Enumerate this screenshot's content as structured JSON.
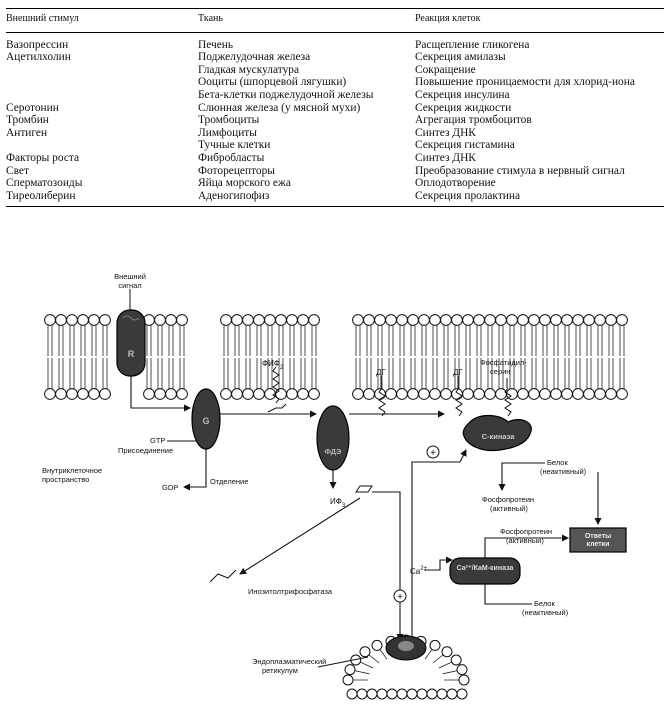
{
  "table": {
    "headers": [
      "Внешний стимул",
      "Ткань",
      "Реакция клеток"
    ],
    "rows": [
      [
        "Вазопрессин",
        "Печень",
        "Расщепление гликогена"
      ],
      [
        "Ацетилхолин",
        "Поджелудочная железа",
        "Секреция амилазы"
      ],
      [
        "",
        "Гладкая мускулатура",
        "Сокращение"
      ],
      [
        "",
        "Ооциты (шпорцевой лягушки)",
        "Повышение проницаемости для хлорид-иона"
      ],
      [
        "",
        "Бета-клетки поджелудочной железы",
        "Секреция инсулина"
      ],
      [
        "Серотонин",
        "Слюнная железа (у мясной мухи)",
        "Секреция жидкости"
      ],
      [
        "Тромбин",
        "Тромбоциты",
        "Агрегация тромбоцитов"
      ],
      [
        "Антиген",
        "Лимфоциты",
        "Синтез ДНК"
      ],
      [
        "",
        "Тучные клетки",
        "Секреция гистамина"
      ],
      [
        "Факторы роста",
        "Фибробласты",
        "Синтез ДНК"
      ],
      [
        "Свет",
        "Фоторецепторы",
        "Преобразование стимула в нервный сигнал"
      ],
      [
        "Сперматозоиды",
        "Яйца морского ежа",
        "Оплодотворение"
      ],
      [
        "Тиреолиберин",
        "Аденогипофиз",
        "Секреция пролактина"
      ]
    ]
  },
  "diagram": {
    "external_signal": "Внешний сигнал",
    "receptor_letter": "R",
    "g_protein_letter": "G",
    "pde_letter": "ФДЭ",
    "pip2": "ФИФ",
    "pip2_sub": "2",
    "dg_1": "ДГ",
    "dg_2": "ДГ",
    "phosphatidylserine": "Фосфатидил-серин",
    "gtp": "GTP",
    "binding": "Присоединение",
    "intracellular_space": "Внутриклеточное пространство",
    "gdp": "GDP",
    "release": "Отделение",
    "ckinase": "С-киназа",
    "protein_inactive_1": "Белок (неактивный)",
    "phosphoprotein_active_1": "Фосфопротеин (активный)",
    "ip3": "ИФ",
    "ip3_sub": "3",
    "responses": "Ответы клетки",
    "phosphoprotein_active_2": "Фосфопротеин (активный)",
    "ca_kinase": "Са²⁺/КаМ-киназа",
    "ca2": "Ca",
    "ca2_sup": "2+",
    "inositol_phosphatase": "Инозитолтрифосфатаза",
    "protein_inactive_2": "Белок (неактивный)",
    "er": "Эндоплазматический ретикулум",
    "plus": "+"
  }
}
